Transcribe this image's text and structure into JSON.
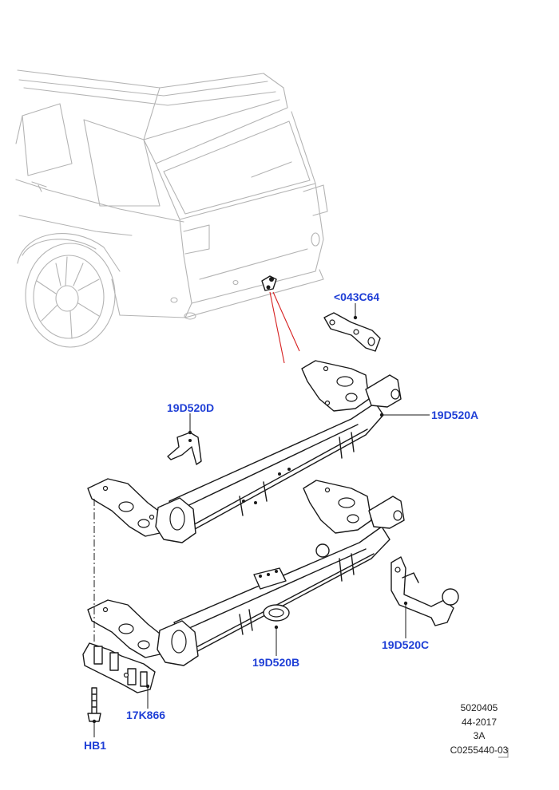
{
  "callouts": {
    "c043": "<043C64",
    "c19D520D": "19D520D",
    "c19D520A": "19D520A",
    "c19D520B": "19D520B",
    "c19D520C": "19D520C",
    "c17K866": "17K866",
    "cHB1": "HB1"
  },
  "meta": {
    "line1": "5020405",
    "line2": "44-2017",
    "line3": "3A",
    "line4": "C0255440-03"
  },
  "colors": {
    "callout": "#1f3fd6",
    "pointer": "#d62020"
  }
}
